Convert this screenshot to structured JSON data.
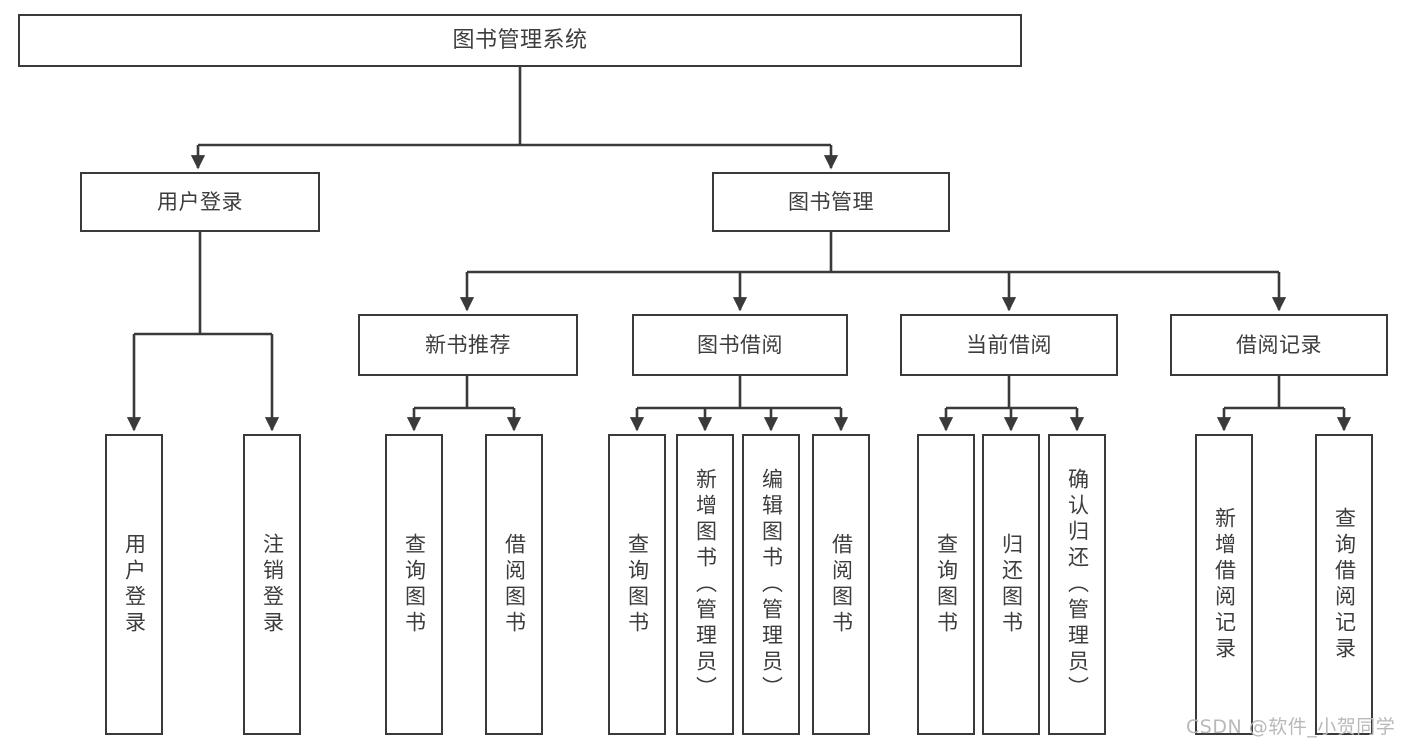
{
  "diagram": {
    "type": "tree",
    "title": "图书管理系统",
    "orientation": "top-down",
    "colors": {
      "box_border": "#3a3a3a",
      "box_fill": "#ffffff",
      "edge": "#3a3a3a",
      "text": "#3d3d3d",
      "background": "#ffffff",
      "watermark": "#b9b9b9"
    }
  },
  "nodes": {
    "root": {
      "label": "图书管理系统",
      "level": 1
    },
    "user_login": {
      "label": "用户登录",
      "level": 2
    },
    "book_manage": {
      "label": "图书管理",
      "level": 2
    },
    "new_book_rec": {
      "label": "新书推荐",
      "level": 3
    },
    "book_borrow": {
      "label": "图书借阅",
      "level": 3
    },
    "current_borrow": {
      "label": "当前借阅",
      "level": 3
    },
    "borrow_record": {
      "label": "借阅记录",
      "level": 3
    },
    "leaf_user_login": {
      "label": "用户登录",
      "level": 3
    },
    "leaf_logout": {
      "label": "注销登录",
      "level": 3
    },
    "leaf_query_book_1": {
      "label": "查询图书",
      "level": 4
    },
    "leaf_borrow_book_1": {
      "label": "借阅图书",
      "level": 4
    },
    "leaf_query_book_2": {
      "label": "查询图书",
      "level": 4
    },
    "leaf_add_book": {
      "label": "新增图书（管理员）",
      "level": 4
    },
    "leaf_edit_book": {
      "label": "编辑图书（管理员）",
      "level": 4
    },
    "leaf_borrow_book_2": {
      "label": "借阅图书",
      "level": 4
    },
    "leaf_query_book_3": {
      "label": "查询图书",
      "level": 4
    },
    "leaf_return_book": {
      "label": "归还图书",
      "level": 4
    },
    "leaf_confirm_return": {
      "label": "确认归还（管理员）",
      "level": 4
    },
    "leaf_add_record": {
      "label": "新增借阅记录",
      "level": 4
    },
    "leaf_query_record": {
      "label": "查询借阅记录",
      "level": 4
    }
  },
  "edges": [
    {
      "from": "root",
      "to": "user_login"
    },
    {
      "from": "root",
      "to": "book_manage"
    },
    {
      "from": "user_login",
      "to": "leaf_user_login"
    },
    {
      "from": "user_login",
      "to": "leaf_logout"
    },
    {
      "from": "book_manage",
      "to": "new_book_rec"
    },
    {
      "from": "book_manage",
      "to": "book_borrow"
    },
    {
      "from": "book_manage",
      "to": "current_borrow"
    },
    {
      "from": "book_manage",
      "to": "borrow_record"
    },
    {
      "from": "new_book_rec",
      "to": "leaf_query_book_1"
    },
    {
      "from": "new_book_rec",
      "to": "leaf_borrow_book_1"
    },
    {
      "from": "book_borrow",
      "to": "leaf_query_book_2"
    },
    {
      "from": "book_borrow",
      "to": "leaf_add_book"
    },
    {
      "from": "book_borrow",
      "to": "leaf_edit_book"
    },
    {
      "from": "book_borrow",
      "to": "leaf_borrow_book_2"
    },
    {
      "from": "current_borrow",
      "to": "leaf_query_book_3"
    },
    {
      "from": "current_borrow",
      "to": "leaf_return_book"
    },
    {
      "from": "current_borrow",
      "to": "leaf_confirm_return"
    },
    {
      "from": "borrow_record",
      "to": "leaf_add_record"
    },
    {
      "from": "borrow_record",
      "to": "leaf_query_record"
    }
  ],
  "watermark": {
    "text": "CSDN @软件_小贺同学"
  }
}
